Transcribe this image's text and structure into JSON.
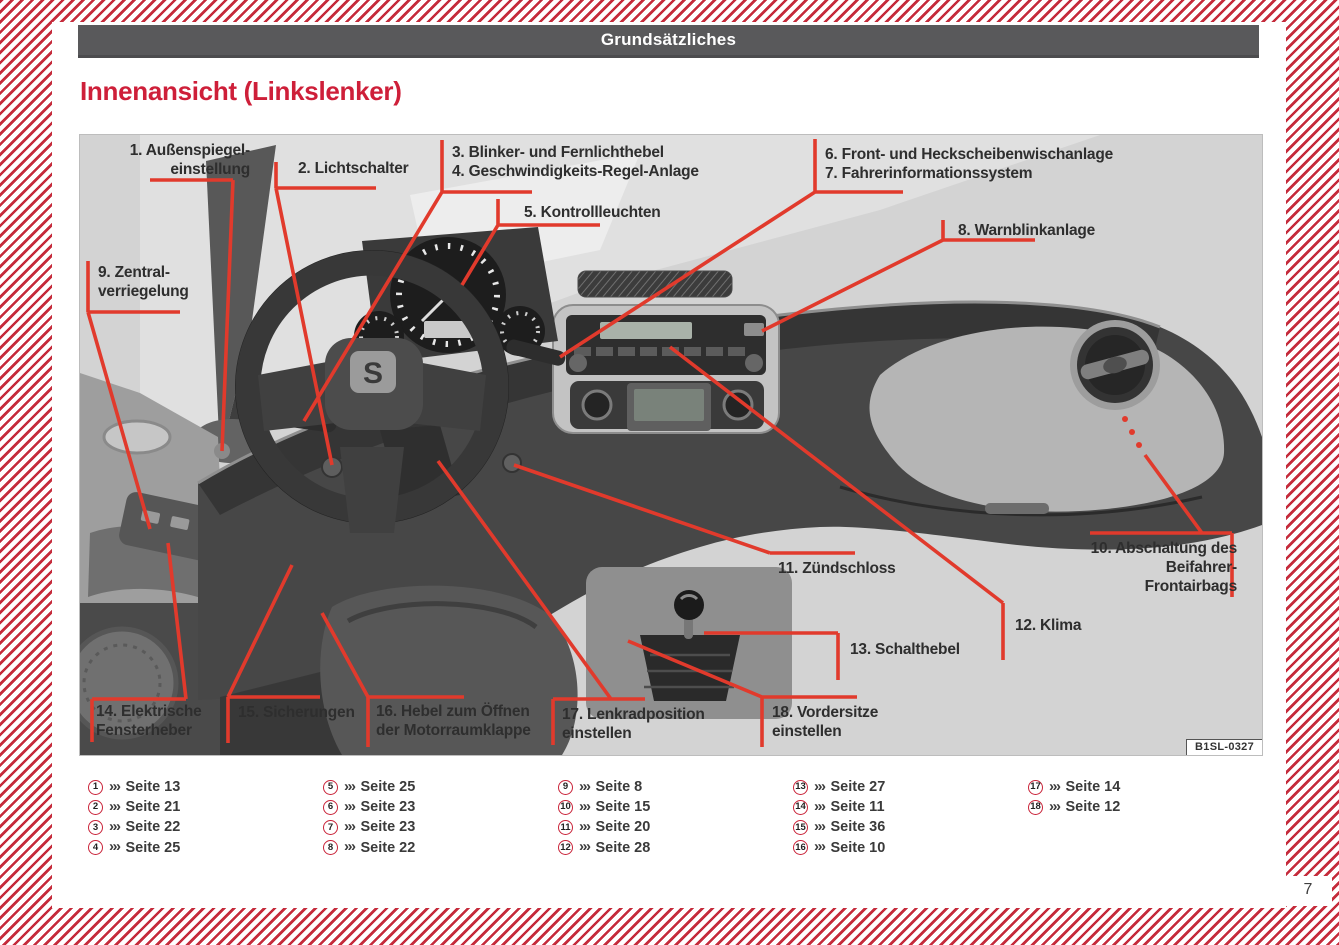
{
  "header": {
    "label": "Grundsätzliches"
  },
  "title": "Innenansicht (Linkslenker)",
  "figure": {
    "code": "B1SL-0327",
    "callouts": [
      {
        "text": "1. Außenspiegel-\neinstellung"
      },
      {
        "text": "2. Lichtschalter"
      },
      {
        "text": "3. Blinker- und Fernlichthebel\n4. Geschwindigkeits-Regel-Anlage"
      },
      {
        "text": "5. Kontrollleuchten"
      },
      {
        "text": "6. Front- und Heckscheibenwischanlage\n7. Fahrerinformationssystem"
      },
      {
        "text": "8. Warnblinkanlage"
      },
      {
        "text": "9. Zentral-\nverriegelung"
      },
      {
        "text": "10. Abschaltung des\nBeifahrer-Frontairbags"
      },
      {
        "text": "11. Zündschloss"
      },
      {
        "text": "12. Klima"
      },
      {
        "text": "13. Schalthebel"
      },
      {
        "text": "14. Elektrische\nFensterheber"
      },
      {
        "text": "15. Sicherungen"
      },
      {
        "text": "16. Hebel zum Öffnen\nder Motorraumklappe"
      },
      {
        "text": "17. Lenkradposition\neinstellen"
      },
      {
        "text": "18. Vordersitze\neinstellen"
      }
    ]
  },
  "references": {
    "chevron": "›››",
    "items": [
      {
        "num": "1",
        "page": "Seite 13"
      },
      {
        "num": "2",
        "page": "Seite 21"
      },
      {
        "num": "3",
        "page": "Seite 22"
      },
      {
        "num": "4",
        "page": "Seite 25"
      },
      {
        "num": "5",
        "page": "Seite 25"
      },
      {
        "num": "6",
        "page": "Seite 23"
      },
      {
        "num": "7",
        "page": "Seite 23"
      },
      {
        "num": "8",
        "page": "Seite 22"
      },
      {
        "num": "9",
        "page": "Seite 8"
      },
      {
        "num": "10",
        "page": "Seite 15"
      },
      {
        "num": "11",
        "page": "Seite 20"
      },
      {
        "num": "12",
        "page": "Seite 28"
      },
      {
        "num": "13",
        "page": "Seite 27"
      },
      {
        "num": "14",
        "page": "Seite 11"
      },
      {
        "num": "15",
        "page": "Seite 36"
      },
      {
        "num": "16",
        "page": "Seite 10"
      },
      {
        "num": "17",
        "page": "Seite 14"
      },
      {
        "num": "18",
        "page": "Seite 12"
      }
    ]
  },
  "page_number": "7",
  "colors": {
    "accent_red": "#ce1f39",
    "callout_red": "#e13a2c",
    "stripe_red": "#c52b3b",
    "header_gray": "#59595b"
  }
}
